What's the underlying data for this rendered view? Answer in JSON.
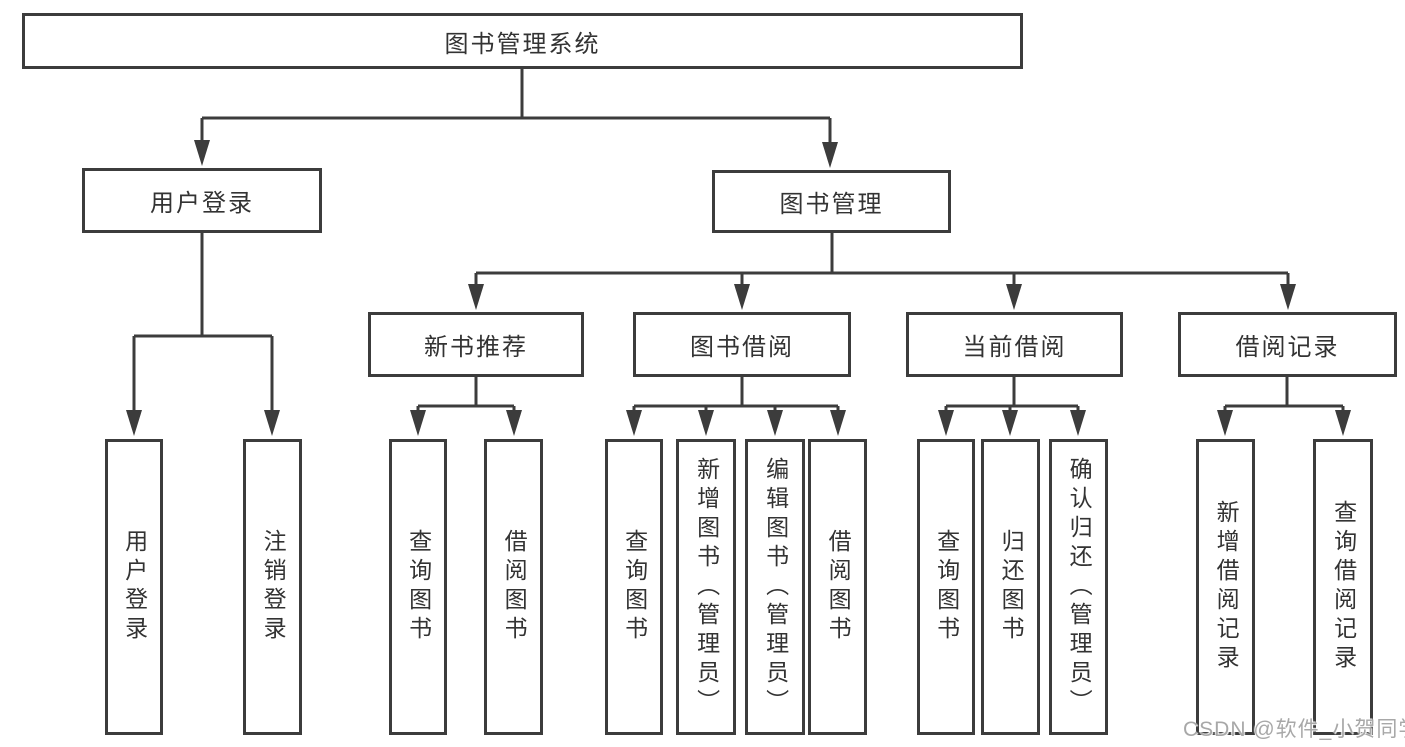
{
  "colors": {
    "line": "#3c3c3c",
    "text": "#333333",
    "background": "#ffffff",
    "watermark": "#a8a8a8"
  },
  "watermark": {
    "text": "CSDN @软件_小贺同学"
  },
  "diagram": {
    "type": "tree",
    "root": {
      "label": "图书管理系统"
    },
    "level2": [
      {
        "label": "用户登录",
        "parent": "图书管理系统"
      },
      {
        "label": "图书管理",
        "parent": "图书管理系统"
      }
    ],
    "level3": [
      {
        "label": "新书推荐",
        "parent": "图书管理"
      },
      {
        "label": "图书借阅",
        "parent": "图书管理"
      },
      {
        "label": "当前借阅",
        "parent": "图书管理"
      },
      {
        "label": "借阅记录",
        "parent": "图书管理"
      }
    ],
    "leaves": [
      {
        "label": "用户登录",
        "parent": "用户登录"
      },
      {
        "label": "注销登录",
        "parent": "用户登录"
      },
      {
        "label": "查询图书",
        "parent": "新书推荐"
      },
      {
        "label": "借阅图书",
        "parent": "新书推荐"
      },
      {
        "label": "查询图书",
        "parent": "图书借阅"
      },
      {
        "label": "新增图书（管理员）",
        "parent": "图书借阅"
      },
      {
        "label": "编辑图书（管理员）",
        "parent": "图书借阅"
      },
      {
        "label": "借阅图书",
        "parent": "图书借阅"
      },
      {
        "label": "查询图书",
        "parent": "当前借阅"
      },
      {
        "label": "归还图书",
        "parent": "当前借阅"
      },
      {
        "label": "确认归还（管理员）",
        "parent": "当前借阅"
      },
      {
        "label": "新增借阅记录",
        "parent": "借阅记录"
      },
      {
        "label": "查询借阅记录",
        "parent": "借阅记录"
      }
    ]
  }
}
